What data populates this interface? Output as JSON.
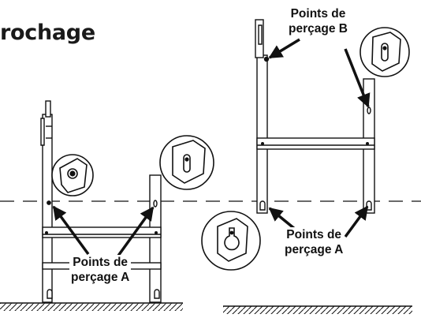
{
  "title": "rochage",
  "labels": {
    "left_a": {
      "line1": "Points de",
      "line2": "perçage A"
    },
    "right_a": {
      "line1": "Points de",
      "line2": "perçage A"
    },
    "right_b": {
      "line1": "Points de",
      "line2": "perçage B"
    }
  },
  "colors": {
    "ink": "#111111",
    "background": "#ffffff"
  }
}
